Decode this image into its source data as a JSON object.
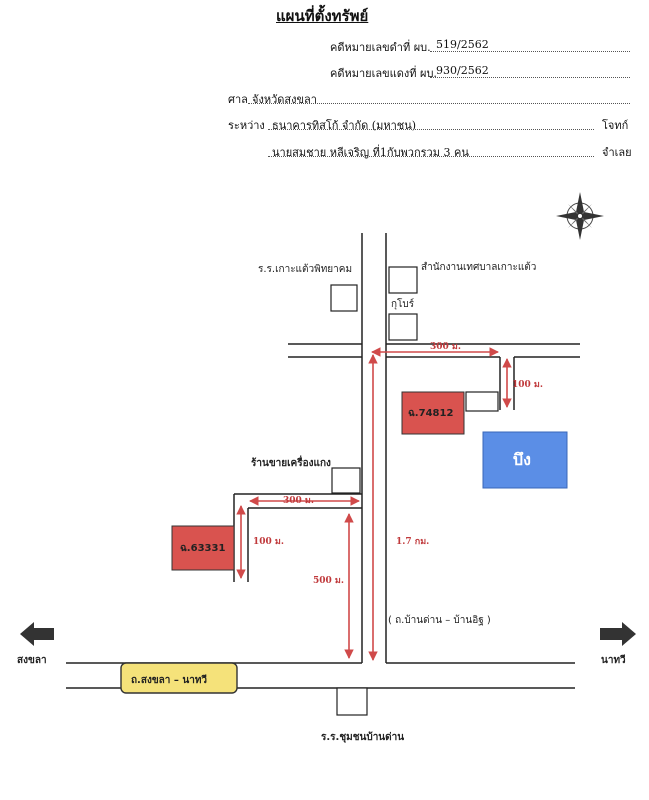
{
  "header": {
    "title": "แผนที่ตั้งทรัพย์",
    "black_case_label": "คดีหมายเลขดำที่ ผบ.",
    "black_case_value": "519/2562",
    "red_case_label": "คดีหมายเลขแดงที่ ผบ.",
    "red_case_value": "930/2562",
    "court_label": "ศาล",
    "court_value": "จังหวัดสงขลา",
    "between_label": "ระหว่าง",
    "plaintiff": "ธนาคารทิสโก้ จำกัด (มหาชน)",
    "plaintiff_role": "โจทก์",
    "defendant": "นายสมชาย หลีเจริญ ที่1กับพวกรวม 3 คน",
    "defendant_role": "จำเลย"
  },
  "map": {
    "landmarks": {
      "school_top": "ร.ร.เกาะแต้วพิทยาคม",
      "municipality": "สำนักงานเทศบาลเกาะแต้ว",
      "kubor": "กุโบร์",
      "shop": "ร้านขายเครื่องแกง",
      "lake": "บึง",
      "school_bottom": "ร.ร.ชุมชนบ้านด่าน"
    },
    "parcels": {
      "parcel_a": "ฉ.74812",
      "parcel_b": "ฉ.63331"
    },
    "distances": {
      "top_h": "300 ม.",
      "top_v": "100 ม.",
      "left_h": "300 ม.",
      "left_v": "100 ม.",
      "mid_v": "500 ม.",
      "main_road": "1.7 กม."
    },
    "roads": {
      "main_road_name": "( ถ.บ้านด่าน – บ้านอิฐ )",
      "highway_sign": "ถ.สงขลา – นาทวี"
    },
    "directions": {
      "west": "สงขลา",
      "east": "นาทวี"
    },
    "colors": {
      "parcel_fill": "#d9534f",
      "lake_fill": "#5b8ee6",
      "dimension": "#d04a4a",
      "sign_fill": "#f5e27a"
    }
  }
}
